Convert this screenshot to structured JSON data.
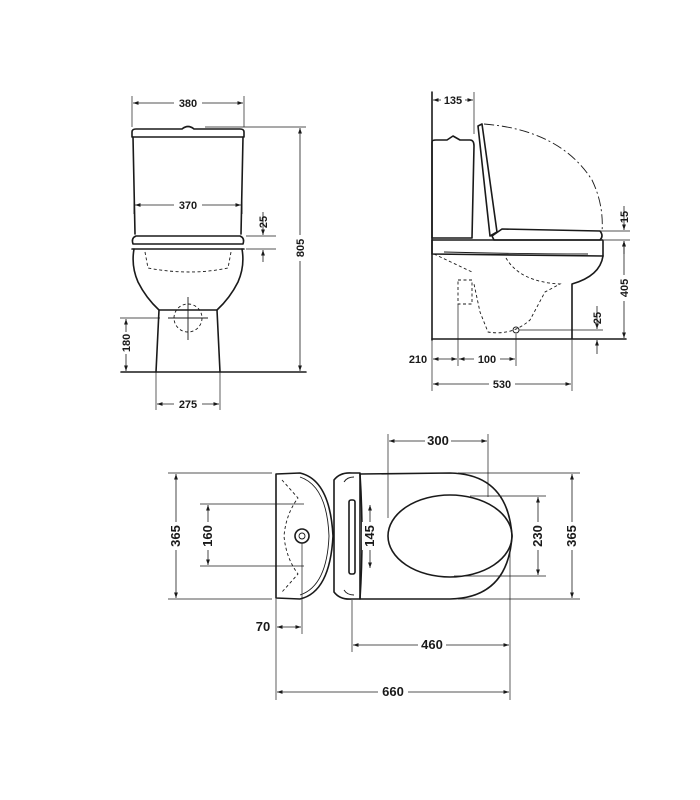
{
  "front_view": {
    "width_top": "380",
    "width_mid": "370",
    "overall_height": "805",
    "seat_offset": "25",
    "outlet_height": "180",
    "base_width": "275"
  },
  "side_view": {
    "tank_depth": "135",
    "seat_gap": "15",
    "seat_height": "405",
    "outlet_height": "25",
    "wall_offset": "210",
    "outlet_spacing": "100",
    "depth": "530"
  },
  "plan_view": {
    "bowl_length": "300",
    "tank_width": "365",
    "bowl_width": "365",
    "fixing_spacing": "160",
    "hinge_spacing": "145",
    "seat_width": "230",
    "tank_setback": "70",
    "seat_length": "460",
    "overall_length": "660"
  },
  "colors": {
    "ink": "#1a1a1a",
    "paper": "#ffffff"
  }
}
